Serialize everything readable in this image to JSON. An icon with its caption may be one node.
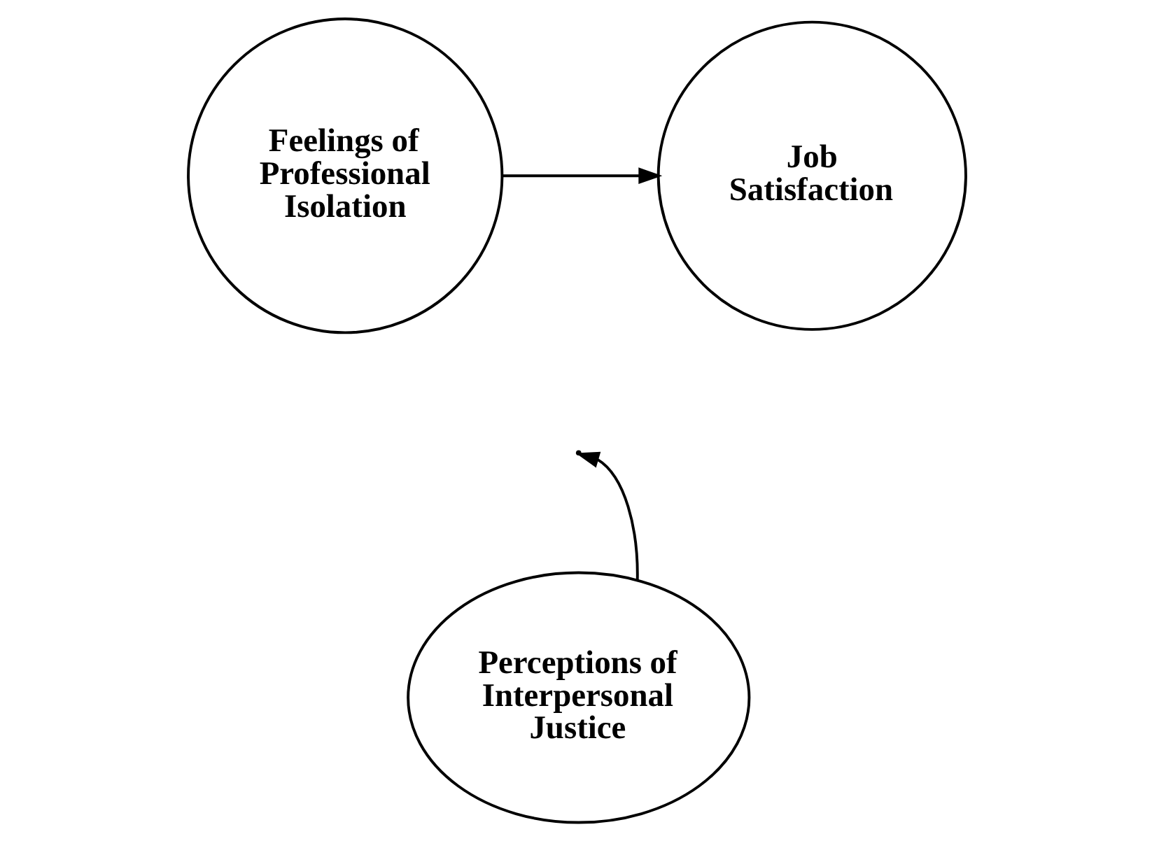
{
  "diagram": {
    "nodes": [
      {
        "text": [
          "Feelings of Professional Isolation"
        ]
      },
      {
        "text": [
          "Job Satisfaction"
        ]
      },
      {
        "text": [
          "Perceptions of Interpersonal Justice"
        ]
      }
    ],
    "edges": [
      {
        "from": 0,
        "to": 1,
        "arrow": "to"
      },
      {
        "from": 2,
        "to": null,
        "arrow": "to"
      }
    ]
  }
}
